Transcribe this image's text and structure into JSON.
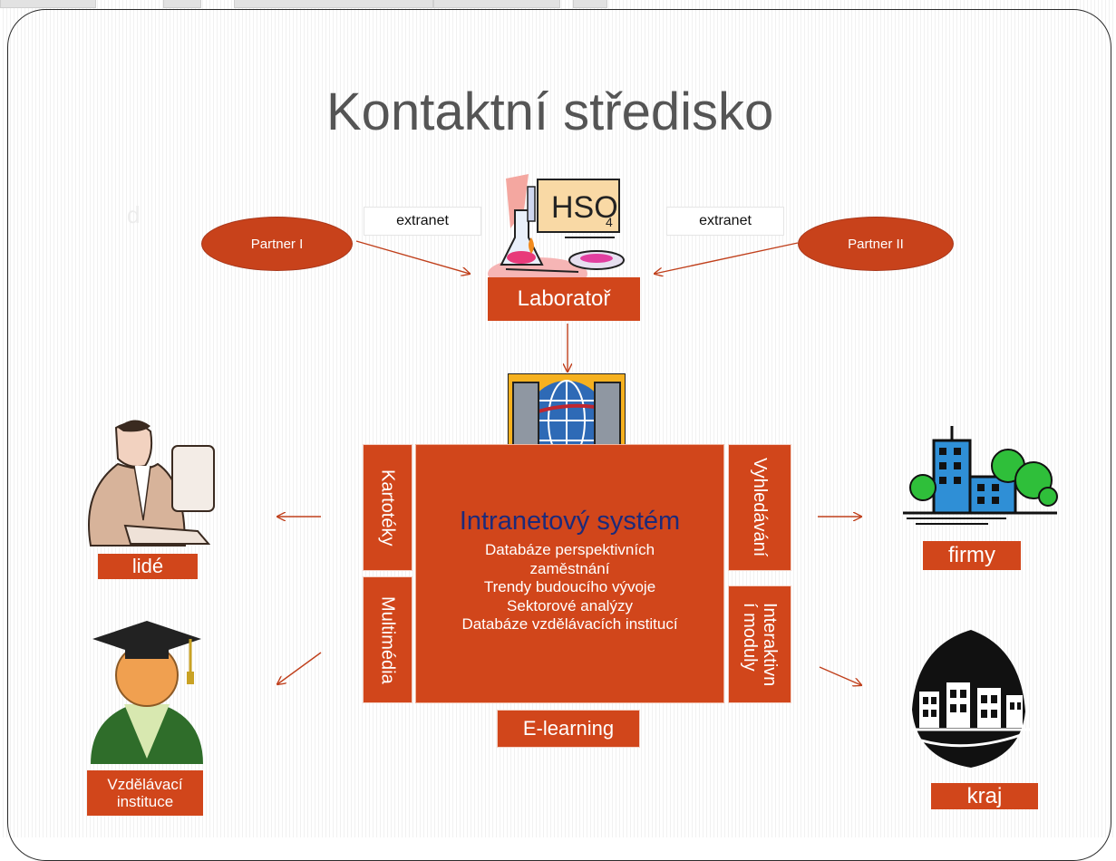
{
  "diagram": {
    "title": "Kontaktní středisko",
    "ghost_letter": "d",
    "partner_left": "Partner I",
    "partner_right": "Partner II",
    "extranet_left": "extranet",
    "extranet_right": "extranet",
    "lab_label": "Laboratoř",
    "intranet": {
      "heading": "Intranetový systém",
      "lines": [
        "Databáze perspektivních",
        "zaměstnání",
        "Trendy budoucího vývoje",
        "Sektorové analýzy",
        "Databáze vzdělávacích institucí"
      ]
    },
    "side_boxes": {
      "kartoteky": "Kartotéky",
      "multimedia": "Multimédia",
      "vyhledavani": "Vyhledávání",
      "interaktivni": "Interaktivn\ní moduly"
    },
    "elearning": "E-learning",
    "targets": {
      "lide": "lidé",
      "vzdelavaci": [
        "Vzdělávací",
        "instituce"
      ],
      "firmy": "firmy",
      "kraj": "kraj"
    }
  },
  "colors": {
    "accent": "#d1461b",
    "ellipse": "#c8421b",
    "heading": "#1c2a7a",
    "title": "#555555",
    "arrow": "#c0401c"
  },
  "icons": [
    "chemistry-lab-clipart",
    "network-globe-computers-icon",
    "office-worker-clipart",
    "graduate-student-icon",
    "city-buildings-icon",
    "village-houses-icon"
  ]
}
